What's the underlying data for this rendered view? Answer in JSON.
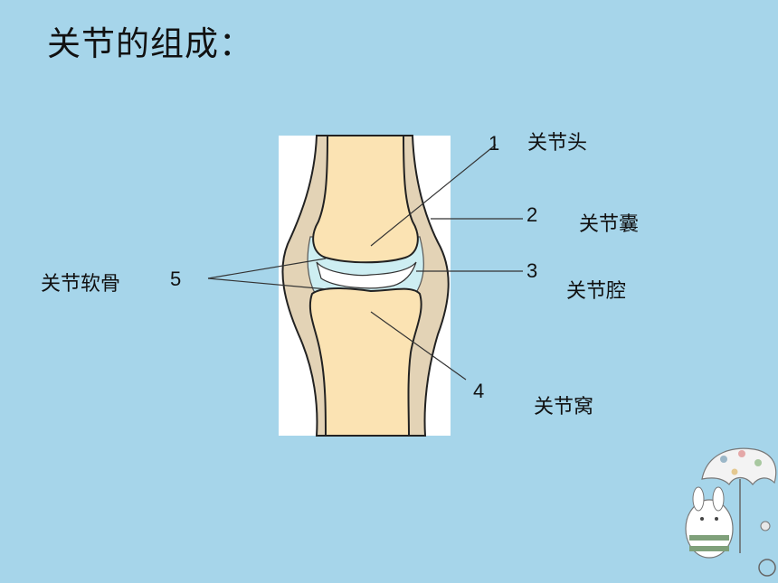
{
  "title": "关节的组成：",
  "parts": [
    {
      "num": "1",
      "name": "关节头"
    },
    {
      "num": "2",
      "name": "关节囊"
    },
    {
      "num": "3",
      "name": "关节腔"
    },
    {
      "num": "4",
      "name": "关节窝"
    },
    {
      "num": "5",
      "name": "关节软骨"
    }
  ],
  "colors": {
    "background": "#a6d5ea",
    "bone": "#fbe3b3",
    "capsule": "#e3d3b6",
    "cartilage": "#cdeef2",
    "cavity": "#ffffff"
  },
  "decoration": "bunny-with-umbrella-icon"
}
